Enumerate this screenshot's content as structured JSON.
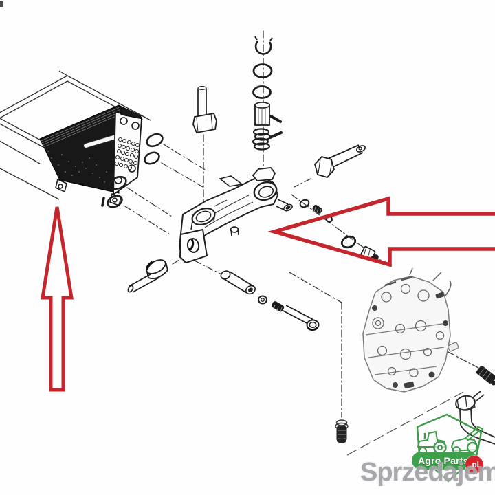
{
  "watermark": {
    "text": "Sprzedajemy"
  },
  "logo": {
    "brand": "Agro Parts AT",
    "tld": ".pl",
    "green": "#3fa04b",
    "red": "#d6232b"
  },
  "annotations": {
    "arrow_color": "#c5262d",
    "arrows": [
      {
        "direction": "up",
        "target": "oil-cooler"
      },
      {
        "direction": "left",
        "target": "mounting-housing"
      }
    ]
  },
  "diagram": {
    "type": "exploded-parts-drawing",
    "line_color": "#1c1c1c",
    "background": "#fefefe"
  }
}
